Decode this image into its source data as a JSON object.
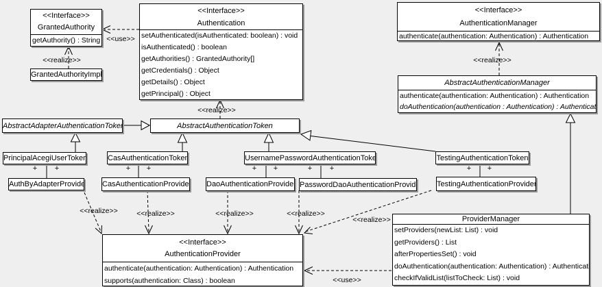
{
  "diagram": {
    "background_color": "#efefef",
    "box_fill": "#ffffff",
    "line_color": "#000000",
    "shadow_color": "#9a9a9a"
  },
  "labels": {
    "realize": "<<realize>>",
    "use": "<<use>>",
    "plus": "+"
  },
  "classes": {
    "granted_authority": {
      "stereotype": "<<Interface>>",
      "name": "GrantedAuthority",
      "methods": [
        "getAuthority() : String"
      ]
    },
    "granted_authority_impl": {
      "name": "GrantedAuthorityImpl"
    },
    "authentication": {
      "stereotype": "<<Interface>>",
      "name": "Authentication",
      "methods": [
        "setAuthenticated(isAuthenticated: boolean) : void",
        "isAuthenticated() : boolean",
        "getAuthorities() : GrantedAuthority[]",
        "getCredentials() : Object",
        "getDetails() : Object",
        "getPrincipal() : Object"
      ]
    },
    "authentication_manager": {
      "stereotype": "<<Interface>>",
      "name": "AuthenticationManager",
      "methods": [
        "authenticate(authentication: Authentication) : Authentication"
      ]
    },
    "abstract_authentication_manager": {
      "name": "AbstractAuthenticationManager",
      "methods": [
        "authenticate(authentication: Authentication) : Authentication",
        "doAuthentication(authentication : Authentication) : Authentication"
      ]
    },
    "abstract_adapter_authentication_token": {
      "name": "AbstractAdapterAuthenticationToken"
    },
    "abstract_authentication_token": {
      "name": "AbstractAuthenticationToken"
    },
    "principal_acegi_user_token": {
      "name": "PrincipalAcegiUserToken"
    },
    "cas_authentication_token": {
      "name": "CasAuthenticationToken"
    },
    "username_password_authentication_token": {
      "name": "UsernamePasswordAuthenticationToken"
    },
    "testing_authentication_token": {
      "name": "TestingAuthenticationToken"
    },
    "auth_by_adapter_provider": {
      "name": "AuthByAdapterProvider"
    },
    "cas_authentication_provider": {
      "name": "CasAuthenticationProvider"
    },
    "dao_authentication_provider": {
      "name": "DaoAuthenticationProvider"
    },
    "password_dao_authentication_provider": {
      "name": "PasswordDaoAuthenticationProvider"
    },
    "testing_authentication_provider": {
      "name": "TestingAuthenticationProvider"
    },
    "authentication_provider": {
      "stereotype": "<<Interface>>",
      "name": "AuthenticationProvider",
      "methods": [
        "authenticate(authentication: Authentication) : Authentication",
        "supports(authentication: Class) : boolean"
      ]
    },
    "provider_manager": {
      "name": "ProviderManager",
      "methods": [
        "setProviders(newList: List) : void",
        "getProviders() : List",
        "afterPropertiesSet() : void",
        "doAuthentication(authentication: Authentication) : Authentication",
        "checkIfValidList(listToCheck: List) : void"
      ]
    }
  }
}
